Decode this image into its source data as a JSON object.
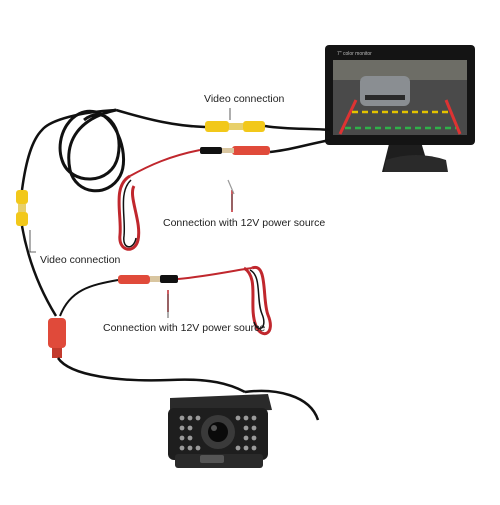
{
  "labels": {
    "video_top": "Video connection",
    "power_top": "Connection with 12V power source",
    "video_left": "Video connection",
    "power_bottom": "Connection with 12V power source"
  },
  "monitor": {
    "brand_text": "7\" color monitor"
  },
  "colors": {
    "cable": "#111111",
    "red_wire": "#c0272d",
    "yellow_plug": "#f2c81a",
    "red_plug": "#e04a3a",
    "monitor_body": "#1a1a1a",
    "camera_body": "#222222"
  }
}
